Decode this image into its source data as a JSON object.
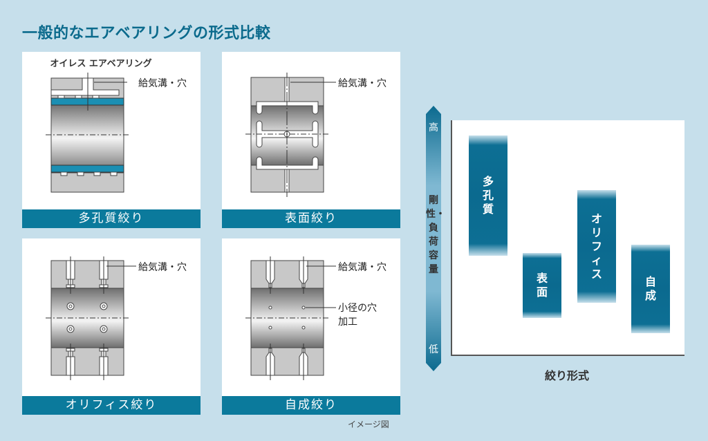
{
  "title": "一般的なエアベアリングの形式比較",
  "panels": [
    {
      "subtitle": "オイレス エアベアリング",
      "label": "多孔質絞り",
      "callouts": [
        "給気溝・穴"
      ]
    },
    {
      "label": "表面絞り",
      "callouts": [
        "給気溝・穴"
      ]
    },
    {
      "label": "オリフィス絞り",
      "callouts": [
        "給気溝・穴"
      ]
    },
    {
      "label": "自成絞り",
      "callouts": [
        "給気溝・穴",
        "小径の穴",
        "加工"
      ]
    }
  ],
  "caption": "イメージ図",
  "colors": {
    "background": "#c6dfeb",
    "accent": "#0b7a9c",
    "title": "#0b6a8c",
    "bar": "#0b6a8f"
  },
  "chart_data": {
    "type": "bar",
    "title": "",
    "xlabel": "絞り形式",
    "ylabel": "剛性・負荷容量",
    "y_high_label": "高",
    "y_low_label": "低",
    "categories": [
      "多孔質",
      "表面",
      "オリフィス",
      "自成"
    ],
    "ranges_relative": [
      {
        "name": "多孔質",
        "top": 0.94,
        "bottom": 0.43
      },
      {
        "name": "表面",
        "top": 0.44,
        "bottom": 0.16
      },
      {
        "name": "オリフィス",
        "top": 0.7,
        "bottom": 0.23
      },
      {
        "name": "自成",
        "top": 0.47,
        "bottom": 0.1
      }
    ],
    "ylim": [
      0,
      1
    ],
    "grid": false
  }
}
